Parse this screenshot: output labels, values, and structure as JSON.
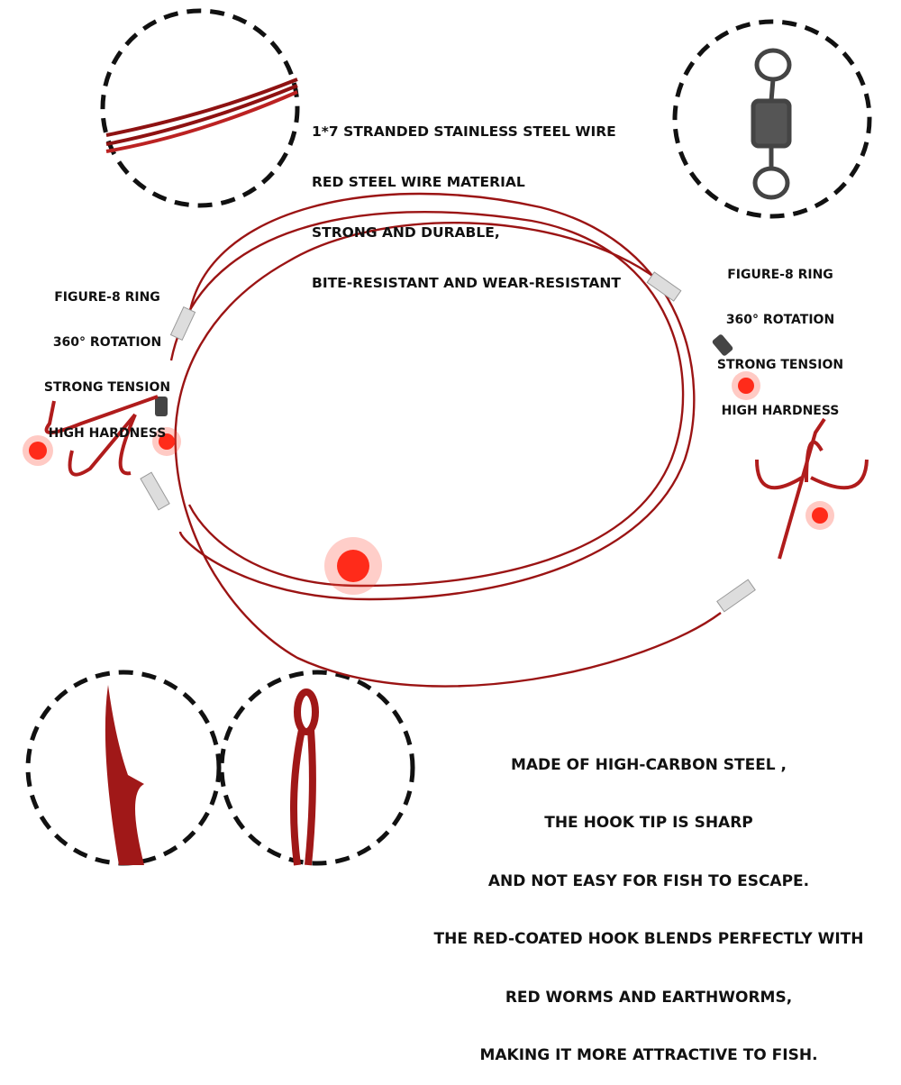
{
  "wire_callout": {
    "lines": [
      "1*7 STRANDED STAINLESS STEEL WIRE",
      "RED STEEL WIRE MATERIAL",
      "STRONG AND DURABLE,",
      "BITE-RESISTANT AND WEAR-RESISTANT"
    ]
  },
  "left_ring_callout": {
    "lines": [
      "FIGURE-8 RING",
      "360° ROTATION",
      "STRONG TENSION",
      "HIGH HARDNESS"
    ]
  },
  "right_ring_callout": {
    "lines": [
      "FIGURE-8 RING",
      "360° ROTATION",
      "STRONG TENSION",
      "HIGH HARDNESS"
    ]
  },
  "hook_callout": {
    "lines": [
      "MADE OF HIGH-CARBON STEEL ,",
      "THE HOOK TIP IS SHARP",
      "AND NOT EASY FOR FISH TO ESCAPE.",
      "THE RED-COATED HOOK BLENDS PERFECTLY WITH",
      "RED WORMS AND EARTHWORMS,",
      "MAKING IT MORE ATTRACTIVE TO FISH."
    ]
  },
  "colors": {
    "wire": "#9b1414",
    "hotspot": "#ff2b1a",
    "text": "#111111"
  }
}
